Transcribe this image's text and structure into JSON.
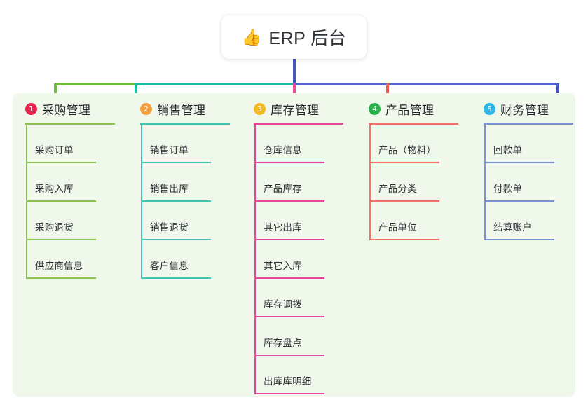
{
  "root": {
    "icon": "thumbs-up-icon",
    "icon_glyph": "👍",
    "title": "ERP 后台"
  },
  "canvas": {
    "background": "#ffffff",
    "panel_background": "#f0f8ec"
  },
  "connector_colors": {
    "stem": "#4257c0",
    "bus_left": "#70b73f",
    "bus_mid": "#14bfa0",
    "bus_right": "#5161c6",
    "drop_1": "#70b73f",
    "drop_2": "#14bfa0",
    "drop_3": "#ec4899",
    "drop_4": "#f2574f",
    "drop_5": "#4257c0"
  },
  "columns": [
    {
      "index": "1",
      "title": "采购管理",
      "badge_color": "#e8244f",
      "line_color": "#8cc152",
      "items": [
        {
          "label": "采购订单"
        },
        {
          "label": "采购入库"
        },
        {
          "label": "采购退货"
        },
        {
          "label": "供应商信息"
        }
      ]
    },
    {
      "index": "2",
      "title": "销售管理",
      "badge_color": "#f5a03c",
      "line_color": "#3fc5b0",
      "items": [
        {
          "label": "销售订单"
        },
        {
          "label": "销售出库"
        },
        {
          "label": "销售退货"
        },
        {
          "label": "客户信息"
        }
      ]
    },
    {
      "index": "3",
      "title": "库存管理",
      "badge_color": "#f5b921",
      "line_color": "#e8469a",
      "items": [
        {
          "label": "仓库信息"
        },
        {
          "label": "产品库存"
        },
        {
          "label": "其它出库"
        },
        {
          "label": "其它入库"
        },
        {
          "label": "库存调拨"
        },
        {
          "label": "库存盘点"
        },
        {
          "label": "出库库明细"
        }
      ]
    },
    {
      "index": "4",
      "title": "产品管理",
      "badge_color": "#25b04a",
      "line_color": "#f4716b",
      "items": [
        {
          "label": "产品（物料）"
        },
        {
          "label": "产品分类"
        },
        {
          "label": "产品单位"
        }
      ]
    },
    {
      "index": "5",
      "title": "财务管理",
      "badge_color": "#27b6e8",
      "line_color": "#7b93d4",
      "items": [
        {
          "label": "回款单"
        },
        {
          "label": "付款单"
        },
        {
          "label": "结算账户"
        }
      ]
    }
  ]
}
